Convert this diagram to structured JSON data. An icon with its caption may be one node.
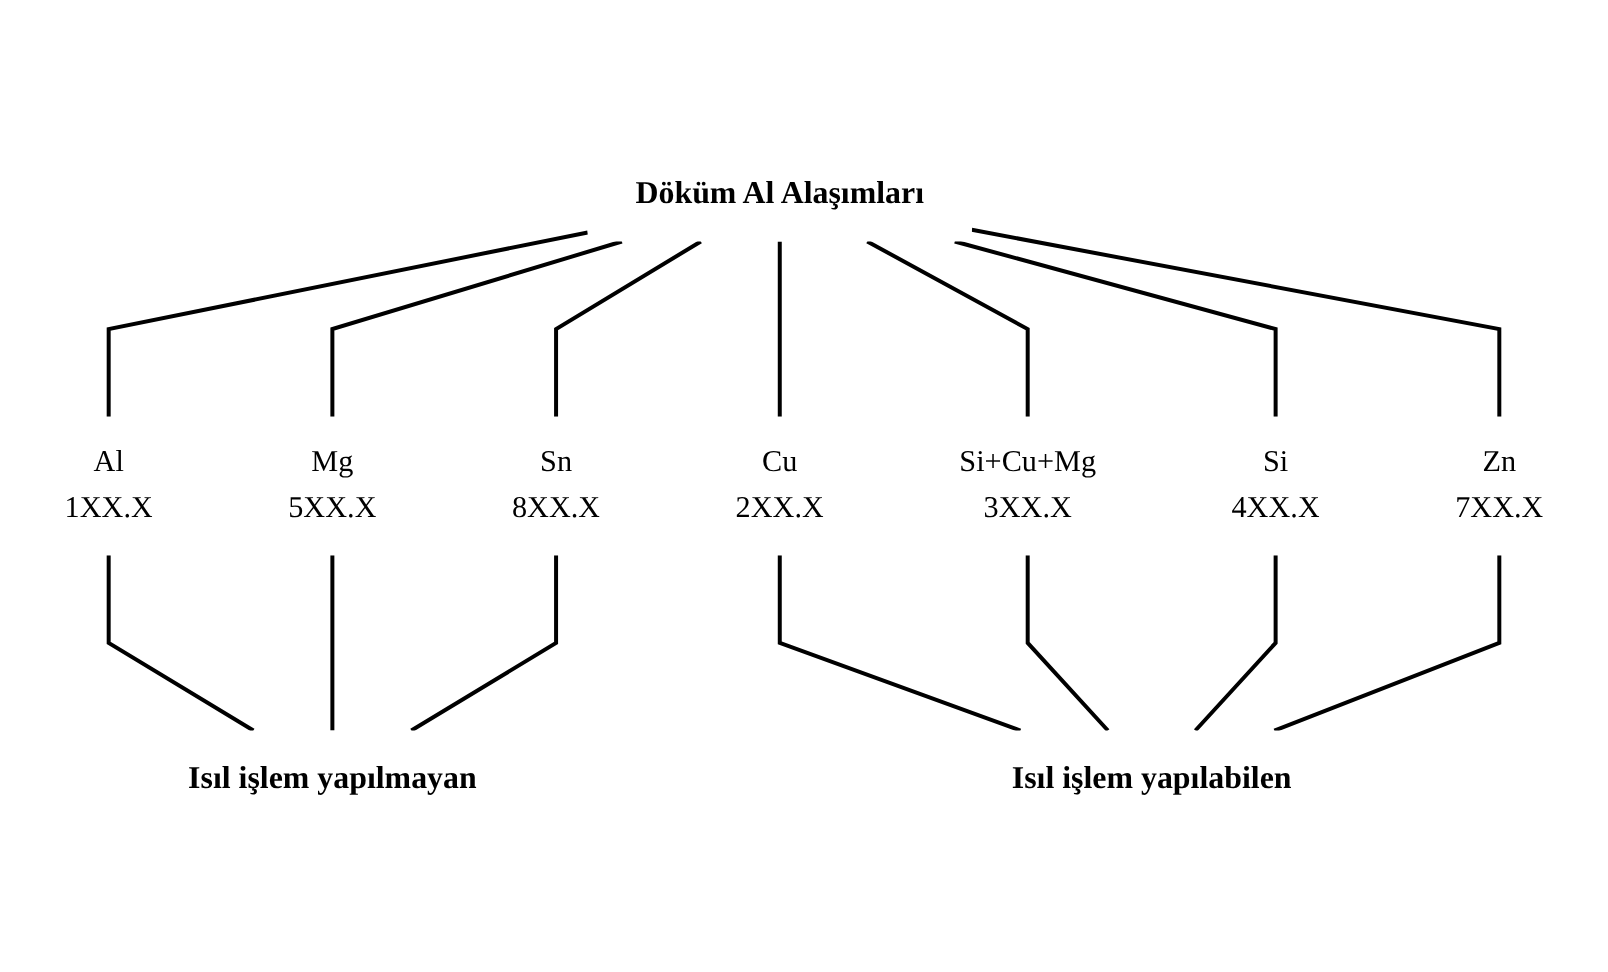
{
  "diagram": {
    "nodes": [
      {
        "text": [
          "Döküm Al Alaşımları"
        ]
      },
      {
        "text": [
          "Al",
          "1XX.X"
        ]
      },
      {
        "text": [
          "Cu",
          "2XX.X"
        ]
      },
      {
        "text": [
          "Si+Cu+Mg",
          "3XX.X"
        ]
      },
      {
        "text": [
          "Si",
          "4XX.X"
        ]
      },
      {
        "text": [
          "Mg",
          "5XX.X"
        ]
      },
      {
        "text": [
          "Zn",
          "7XX.X"
        ]
      },
      {
        "text": [
          "Sn",
          "8XX.X"
        ]
      },
      {
        "text": [
          "Isıl işlem yapılmayan"
        ]
      },
      {
        "text": [
          "Isıl işlem yapılabilen"
        ]
      }
    ],
    "edges": [
      {
        "from": 0,
        "to": 1,
        "arrow": "none"
      },
      {
        "from": 0,
        "to": 2,
        "arrow": "none"
      },
      {
        "from": 0,
        "to": 3,
        "arrow": "none"
      },
      {
        "from": 0,
        "to": 4,
        "arrow": "none"
      },
      {
        "from": 0,
        "to": 5,
        "arrow": "none"
      },
      {
        "from": 0,
        "to": 6,
        "arrow": "none"
      },
      {
        "from": 0,
        "to": 7,
        "arrow": "none"
      },
      {
        "from": 1,
        "to": 8,
        "arrow": "none"
      },
      {
        "from": 2,
        "to": 9,
        "arrow": "none"
      },
      {
        "from": 3,
        "to": 9,
        "arrow": "none"
      },
      {
        "from": 4,
        "to": 9,
        "arrow": "none"
      },
      {
        "from": 5,
        "to": 8,
        "arrow": "none"
      },
      {
        "from": 6,
        "to": 9,
        "arrow": "none"
      },
      {
        "from": 7,
        "to": 8,
        "arrow": "none"
      }
    ]
  }
}
